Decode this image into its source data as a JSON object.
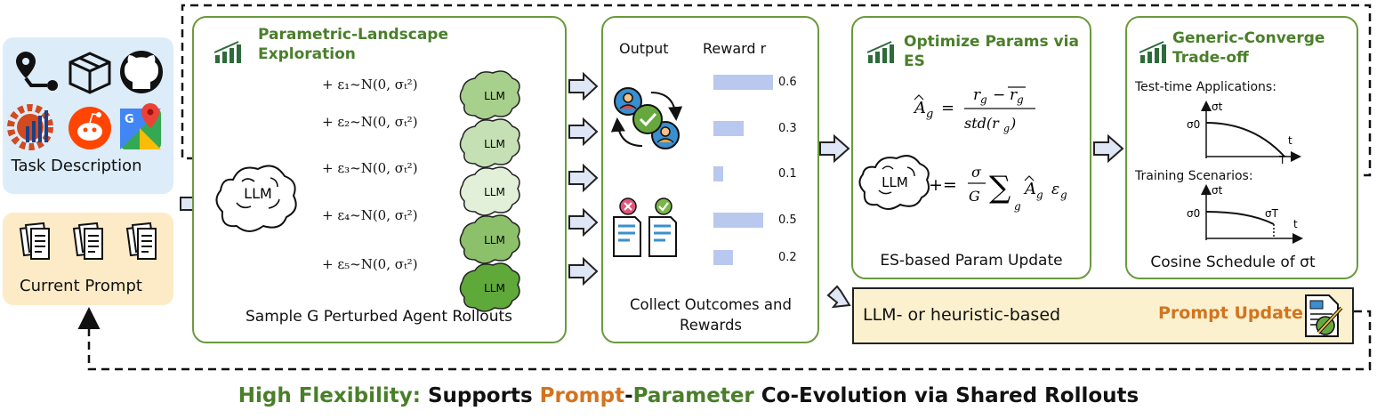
{
  "left": {
    "task_label": "Task Description",
    "prompt_label": "Current Prompt"
  },
  "exploration": {
    "title_line1": "Parametric-Landscape",
    "title_line2": "Exploration",
    "center_llm": "LLM",
    "noise_terms": [
      "+ ε₁~N(0, σₜ²)",
      "+ ε₂~N(0, σₜ²)",
      "+ ε₃~N(0, σₜ²)",
      "+ ε₄~N(0, σₜ²)",
      "+ ε₅~N(0, σₜ²)"
    ],
    "agent_llm": "LLM",
    "caption": "Sample G Perturbed Agent Rollouts"
  },
  "outcomes": {
    "output_header": "Output",
    "reward_header": "Reward r",
    "rewards": [
      0.6,
      0.3,
      0.1,
      0.5,
      0.2
    ],
    "reward_labels": [
      "0.6",
      "0.3",
      "0.1",
      "0.5",
      "0.2"
    ],
    "caption_line1": "Collect Outcomes and",
    "caption_line2": "Rewards"
  },
  "es": {
    "title_line1": "Optimize Params via",
    "title_line2": "ES",
    "llm": "LLM",
    "caption": "ES-based Param Update"
  },
  "converge": {
    "title_line1": "Generic-Converge",
    "title_line2": "Trade-off",
    "test_label": "Test-time Applications:",
    "train_label": "Training Scenarios:",
    "sigma_t": "σt",
    "sigma_0": "σ0",
    "sigma_T": "σT",
    "t_axis": "t",
    "T_tick": "T",
    "caption": "Cosine Schedule of σt"
  },
  "prompt_update": {
    "left_text": "LLM- or heuristic-based",
    "right_text": "Prompt Update"
  },
  "footer": {
    "part1": "High Flexibility:",
    "part2": " Supports ",
    "part3": "Prompt",
    "part4": "-",
    "part5": "Parameter",
    "part6": " Co-Evolution via Shared Rollouts"
  },
  "colors": {
    "green": "#4a7f2a",
    "orange": "#d4731e",
    "bar": "#b9c8ee",
    "panel_border": "#6a9a3c"
  }
}
